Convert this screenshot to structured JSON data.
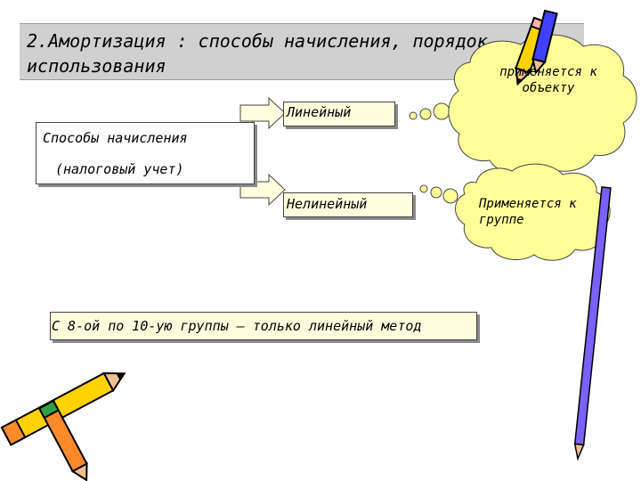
{
  "slide": {
    "title": "2.Амортизация : способы начисления, порядок использования",
    "methods_label_line1": "Способы начисления",
    "methods_label_line2": "(налоговый учет)",
    "linear_label": "Линейный",
    "nonlinear_label": "Нелинейный",
    "cloud_object_text": "применяется к объекту",
    "cloud_group_text": "Применяется к группе",
    "note_text": "С 8-ой по 10-ую группы – только линейный метод"
  },
  "colors": {
    "title_bg": "#d0d0d0",
    "box_fill": "#ffffe0",
    "cloud_fill": "#ffff99",
    "arrow_fill": "#ffffe0"
  },
  "icons": [
    "pencil-icon",
    "pencil-icon",
    "pencil-icon",
    "pencil-icon"
  ]
}
